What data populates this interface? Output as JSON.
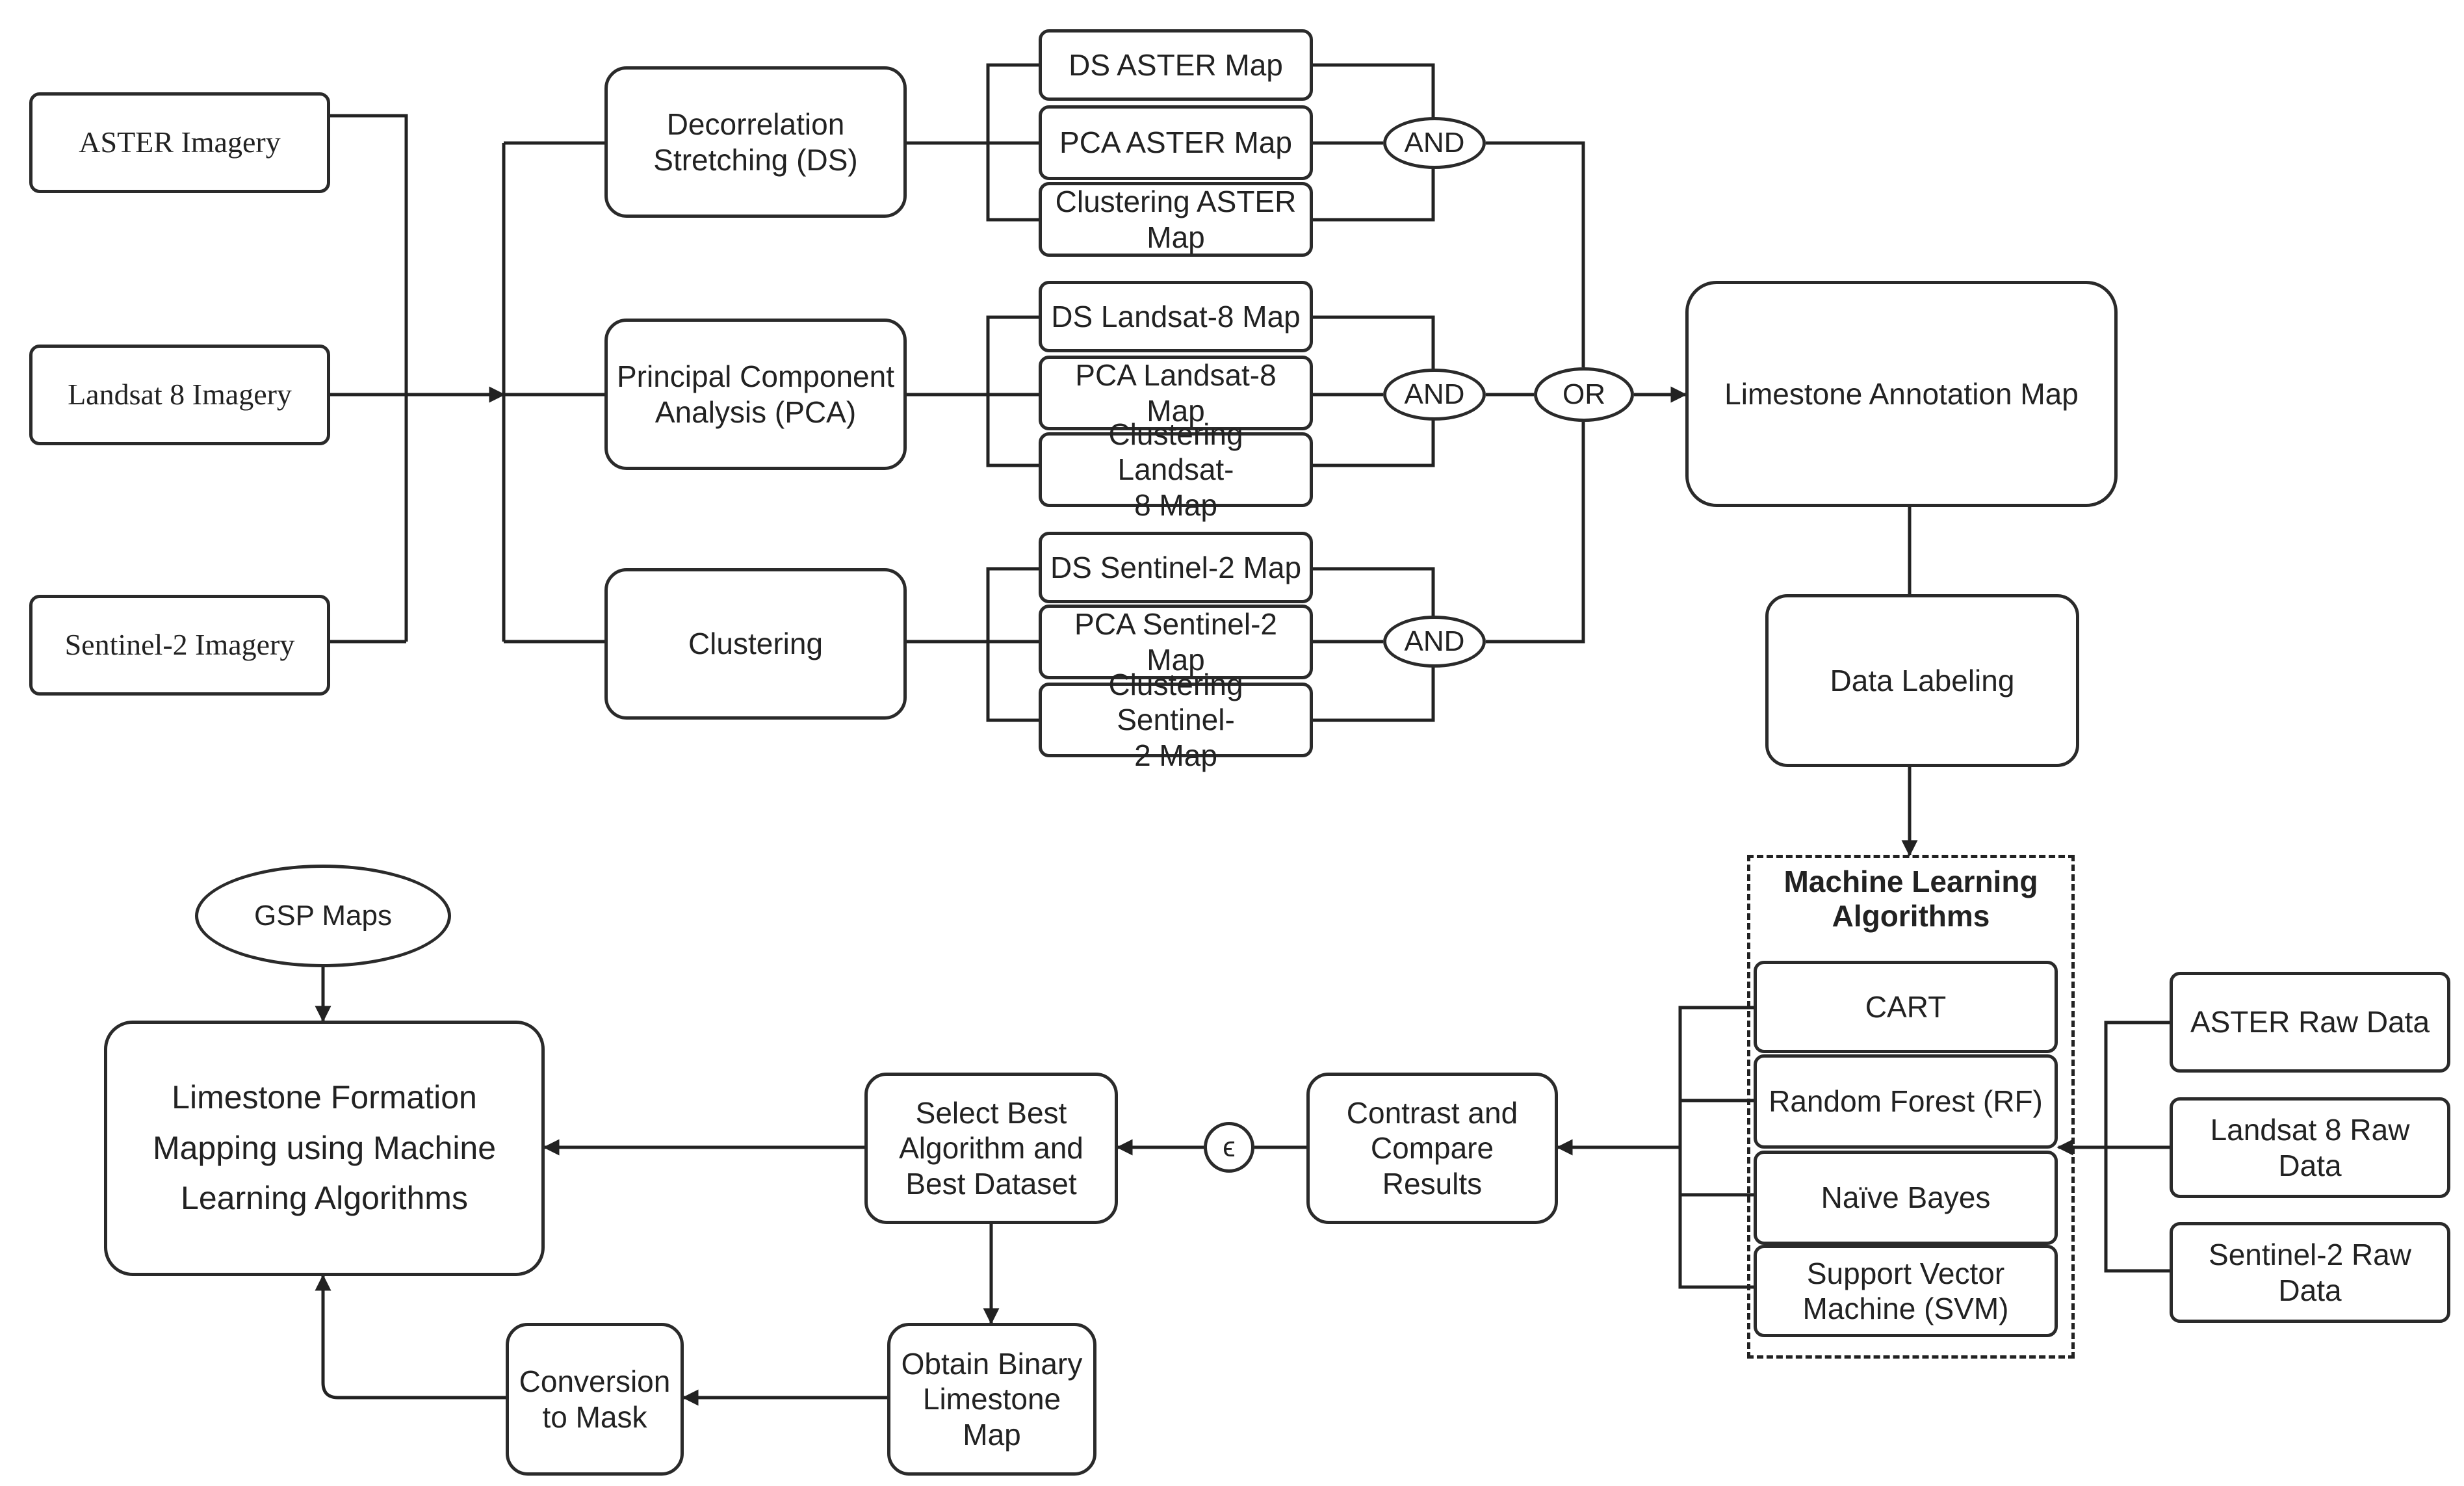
{
  "inputs": {
    "aster": "ASTER Imagery",
    "landsat": "Landsat 8 Imagery",
    "sentinel": "Sentinel-2 Imagery"
  },
  "methods": {
    "ds": "Decorrelation\nStretching (DS)",
    "pca": "Principal Component\nAnalysis (PCA)",
    "clustering": "Clustering"
  },
  "maps": {
    "aster": [
      "DS ASTER Map",
      "PCA ASTER Map",
      "Clustering ASTER\nMap"
    ],
    "landsat": [
      "DS Landsat-8 Map",
      "PCA Landsat-8\nMap",
      "Clustering Landsat-\n8 Map"
    ],
    "sentinel": [
      "DS Sentinel-2 Map",
      "PCA Sentinel-2\nMap",
      "Clustering Sentinel-\n2 Map"
    ]
  },
  "operators": {
    "and": "AND",
    "or": "OR",
    "epsilon": "ϵ"
  },
  "annotation": "Limestone Annotation Map",
  "labeling": "Data Labeling",
  "ml": {
    "title": "Machine Learning\nAlgorithms",
    "algorithms": [
      "CART",
      "Random Forest (RF)",
      "Naïve Bayes",
      "Support Vector\nMachine (SVM)"
    ]
  },
  "raw_data": [
    "ASTER Raw Data",
    "Landsat 8 Raw Data",
    "Sentinel-2 Raw\nData"
  ],
  "contrast": "Contrast and\nCompare Results",
  "select_best": "Select Best\nAlgorithm and\nBest Dataset",
  "binary_map": "Obtain Binary\nLimestone Map",
  "mask": "Conversion\nto Mask",
  "gsp": "GSP Maps",
  "final": "Limestone Formation\nMapping using Machine\nLearning Algorithms"
}
